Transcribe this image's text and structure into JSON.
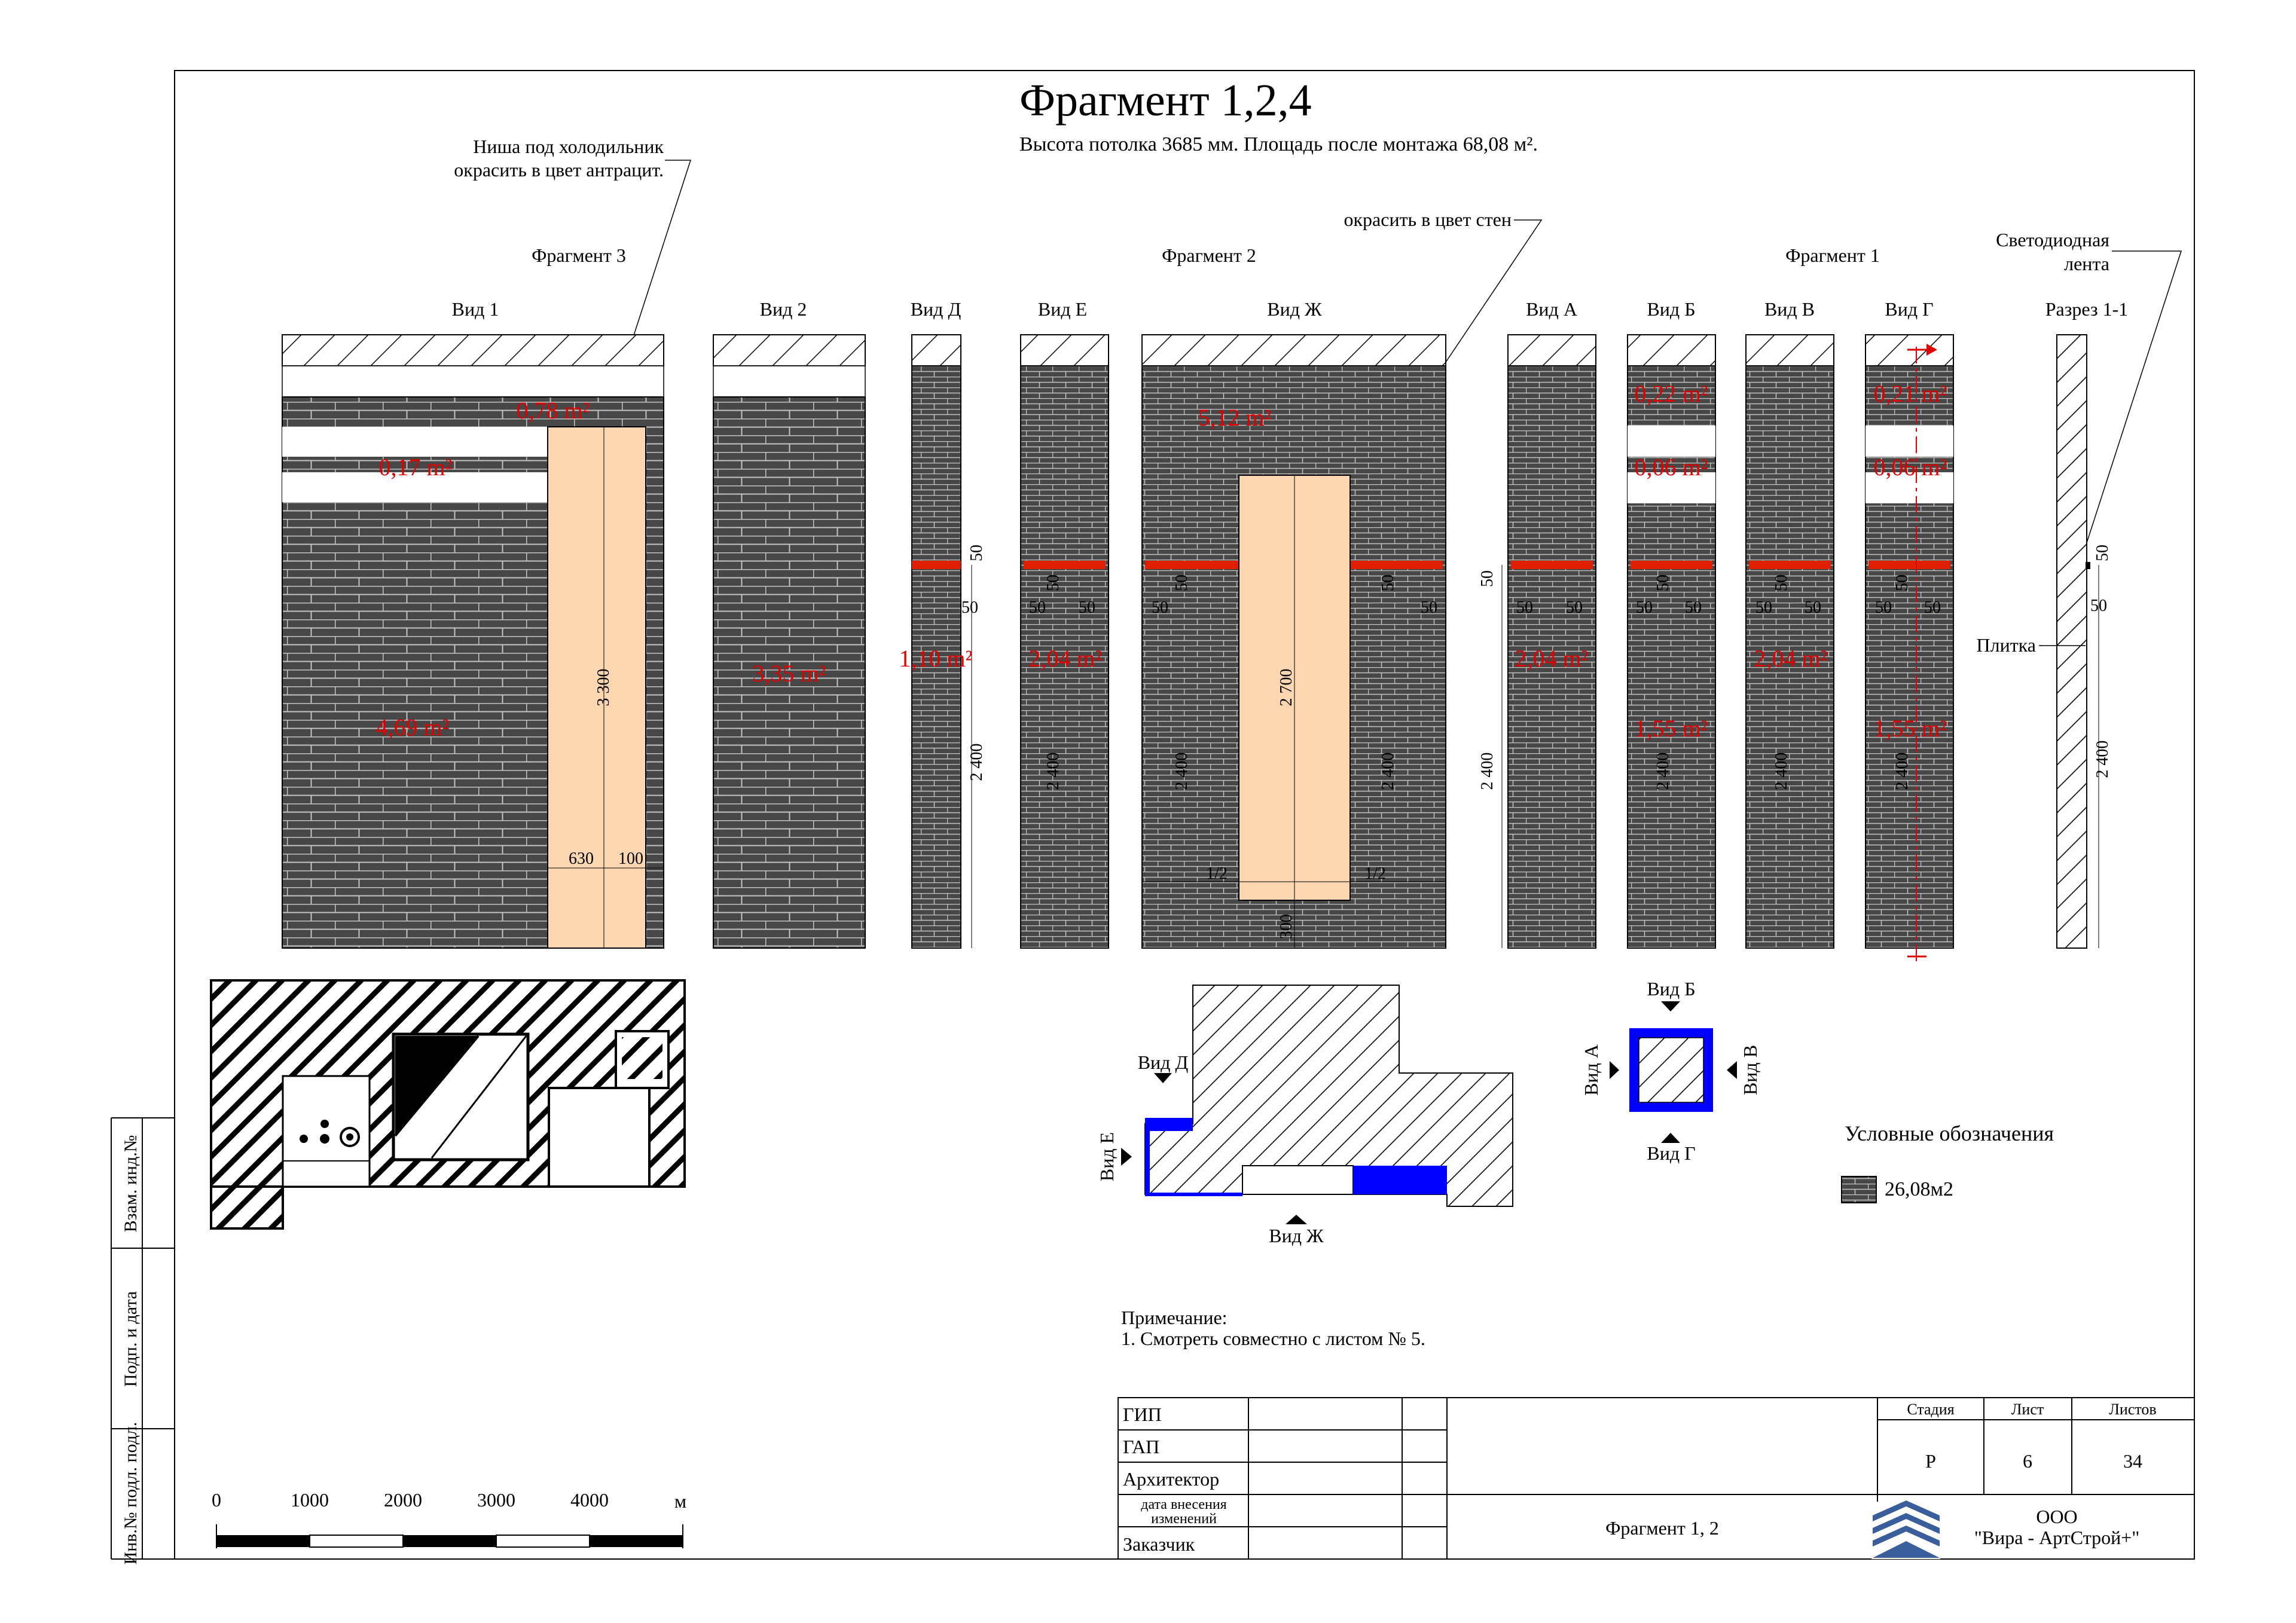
{
  "header": {
    "title": "Фрагмент 1,2,4",
    "subtitle": "Высота потолка 3685 мм. Площадь после монтажа 68,08 м²."
  },
  "notes": {
    "niche_line1": "Ниша под холодильник",
    "niche_line2": "окрасить в цвет антрацит.",
    "paint_walls": "окрасить в цвет стен",
    "led_line1": "Светодиодная",
    "led_line2": "лента",
    "tile": "Плитка"
  },
  "groups": {
    "fragment3": "Фрагмент 3",
    "fragment2": "Фрагмент 2",
    "fragment1": "Фрагмент 1"
  },
  "views": [
    {
      "label": "Вид 1",
      "areas": [
        "0,78 m²",
        "0,17 m²",
        "4,69 m²"
      ],
      "dims": [
        "3 300",
        "630",
        "100"
      ]
    },
    {
      "label": "Вид 2",
      "areas": [
        "3,35 m²"
      ],
      "dims": []
    },
    {
      "label": "Вид Д",
      "areas": [
        "1,10 m²"
      ],
      "dims": [
        "50",
        "50",
        "2 400"
      ]
    },
    {
      "label": "Вид Е",
      "areas": [
        "2,04 m²"
      ],
      "dims": [
        "50",
        "50",
        "50",
        "2 400"
      ]
    },
    {
      "label": "Вид Ж",
      "areas": [
        "5,12 m²"
      ],
      "dims": [
        "50",
        "50",
        "50",
        "50",
        "2 400",
        "2 400",
        "2 700",
        "1/2",
        "1/2",
        "300"
      ]
    },
    {
      "label": "Вид А",
      "areas": [
        "2,04 m²"
      ],
      "dims": [
        "50",
        "50",
        "50",
        "2 400"
      ]
    },
    {
      "label": "Вид Б",
      "areas": [
        "0,22 m²",
        "0,06 m²",
        "1,55 m²"
      ],
      "dims": [
        "50",
        "50",
        "50",
        "2 400"
      ]
    },
    {
      "label": "Вид В",
      "areas": [
        "2,04 m²"
      ],
      "dims": [
        "50",
        "50",
        "50",
        "2 400"
      ]
    },
    {
      "label": "Вид Г",
      "areas": [
        "0,21 m²",
        "0,06 m²",
        "1,55 m²"
      ],
      "dims": [
        "50",
        "50",
        "50",
        "2 400"
      ]
    },
    {
      "label": "Разрез 1-1",
      "areas": [],
      "dims": [
        "50",
        "50",
        "2 400"
      ]
    }
  ],
  "plan_markers": {
    "d": "Вид Д",
    "e": "Вид Е",
    "zh": "Вид Ж",
    "a": "Вид А",
    "b": "Вид Б",
    "v": "Вид В",
    "g": "Вид Г"
  },
  "legend": {
    "title": "Условные обозначения",
    "value": "26,08м2"
  },
  "footnote": {
    "heading": "Примечание:",
    "line1": "1. Смотреть совместно с листом № 5."
  },
  "scale_bar": {
    "ticks": [
      "0",
      "1000",
      "2000",
      "3000",
      "4000"
    ],
    "unit": "м"
  },
  "side_stamp": {
    "f1": "Взам. инд.№",
    "f2": "Подп. и дата",
    "f3": "Инв.№ подл. подл."
  },
  "title_block": {
    "roles": [
      "ГИП",
      "ГАП",
      "Архитектор",
      "дата внесения",
      "изменений",
      "Заказчик"
    ],
    "stage_label": "Стадия",
    "sheet_label": "Лист",
    "sheets_label": "Листов",
    "stage": "Р",
    "sheet": "6",
    "sheets": "34",
    "drawing_name": "Фрагмент 1, 2",
    "company_line1": "ООО",
    "company_line2": "\"Вира - АртСтрой+\""
  },
  "colors": {
    "brick": "#4a4a4a",
    "mortar": "#bdbdbd",
    "niche": "#fdd7b1",
    "led": "#e01e00",
    "plan_blue": "#0000ff",
    "area_text": "#e00000"
  }
}
